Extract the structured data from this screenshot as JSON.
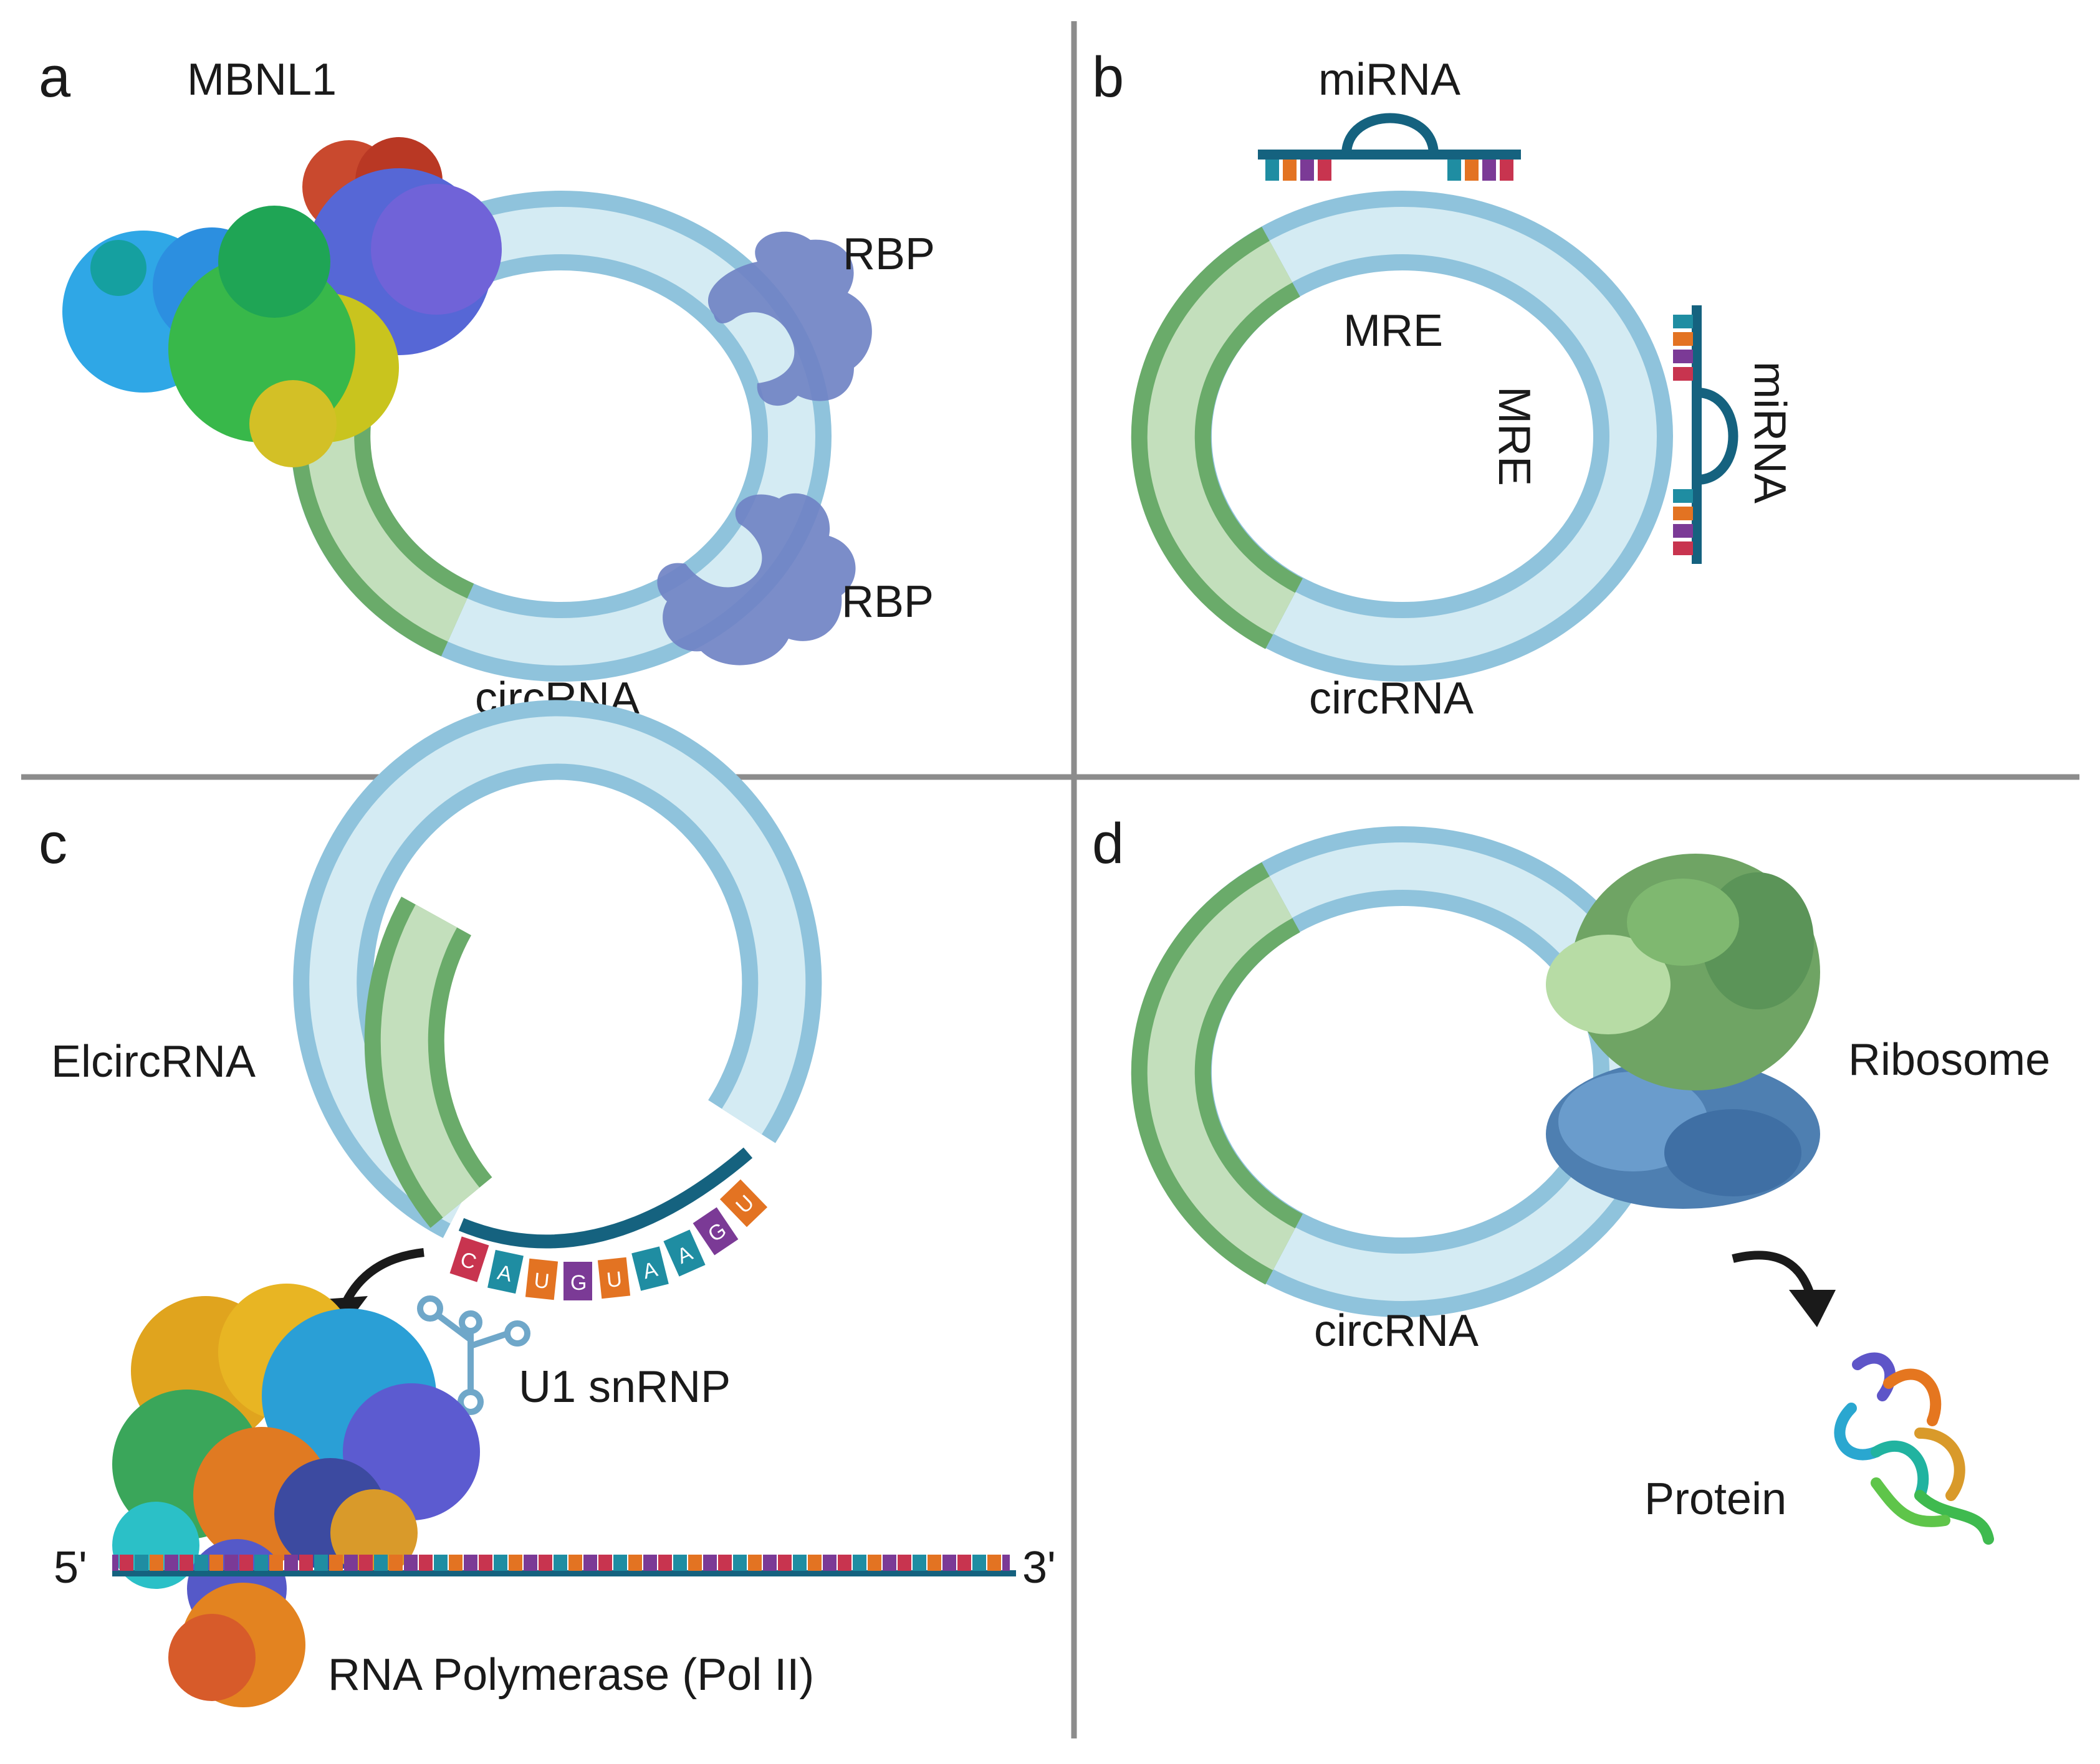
{
  "panels": {
    "a": {
      "letter": "a",
      "labels": {
        "mbnl1": "MBNL1",
        "rbp_top": "RBP",
        "rbp_bottom": "RBP",
        "circrna": "circRNA"
      }
    },
    "b": {
      "letter": "b",
      "labels": {
        "mirna_top": "miRNA",
        "mirna_side": "miRNA",
        "mre_top": "MRE",
        "mre_side": "MRE",
        "circrna": "circRNA"
      }
    },
    "c": {
      "letter": "c",
      "labels": {
        "elcircrna": "ElcircRNA",
        "u1snrnp": "U1 snRNP",
        "five_prime": "5'",
        "three_prime": "3'",
        "polymerase": "RNA Polymerase (Pol II)"
      },
      "bases": [
        "C",
        "A",
        "U",
        "G",
        "U",
        "A",
        "A",
        "G",
        "U"
      ]
    },
    "d": {
      "letter": "d",
      "labels": {
        "ribosome": "Ribosome",
        "circrna": "circRNA",
        "protein": "Protein"
      }
    }
  },
  "colors": {
    "divider": "#8c8c8c",
    "circ_light": "#d4ebf3",
    "circ_stroke": "#8fc3dc",
    "exon_light": "#c3dfbc",
    "exon_stroke": "#6aab6a",
    "rbp": "#7083c4",
    "mirna_backbone": "#15627f",
    "base_C": "#c8344f",
    "base_G": "#7b3a96",
    "base_U": "#e37322",
    "base_A": "#1f8da2",
    "ribosome_top": "#6fa464",
    "ribosome_bottom": "#4e7fb1"
  }
}
